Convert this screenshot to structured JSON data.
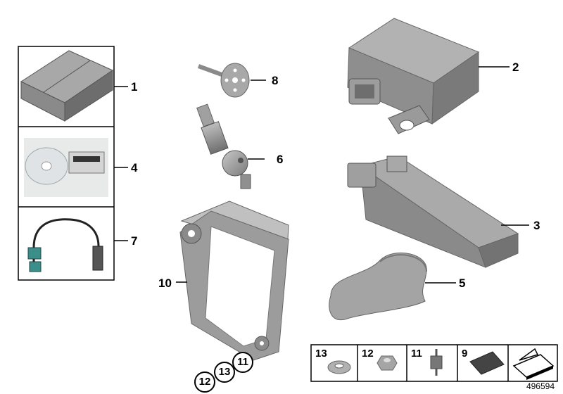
{
  "diagram": {
    "callouts": {
      "c1": "1",
      "c2": "2",
      "c3": "3",
      "c4": "4",
      "c5": "5",
      "c6": "6",
      "c7": "7",
      "c8": "8",
      "c10": "10",
      "c11": "11",
      "c12": "12",
      "c13": "13"
    },
    "legend": [
      "13",
      "12",
      "11",
      "9"
    ],
    "diagram_id": "496594"
  },
  "colors": {
    "part_gray": "#9a9a9a",
    "part_dark": "#6e6e6e",
    "part_light": "#c4c4c4",
    "connector_teal": "#3b8f8a"
  }
}
